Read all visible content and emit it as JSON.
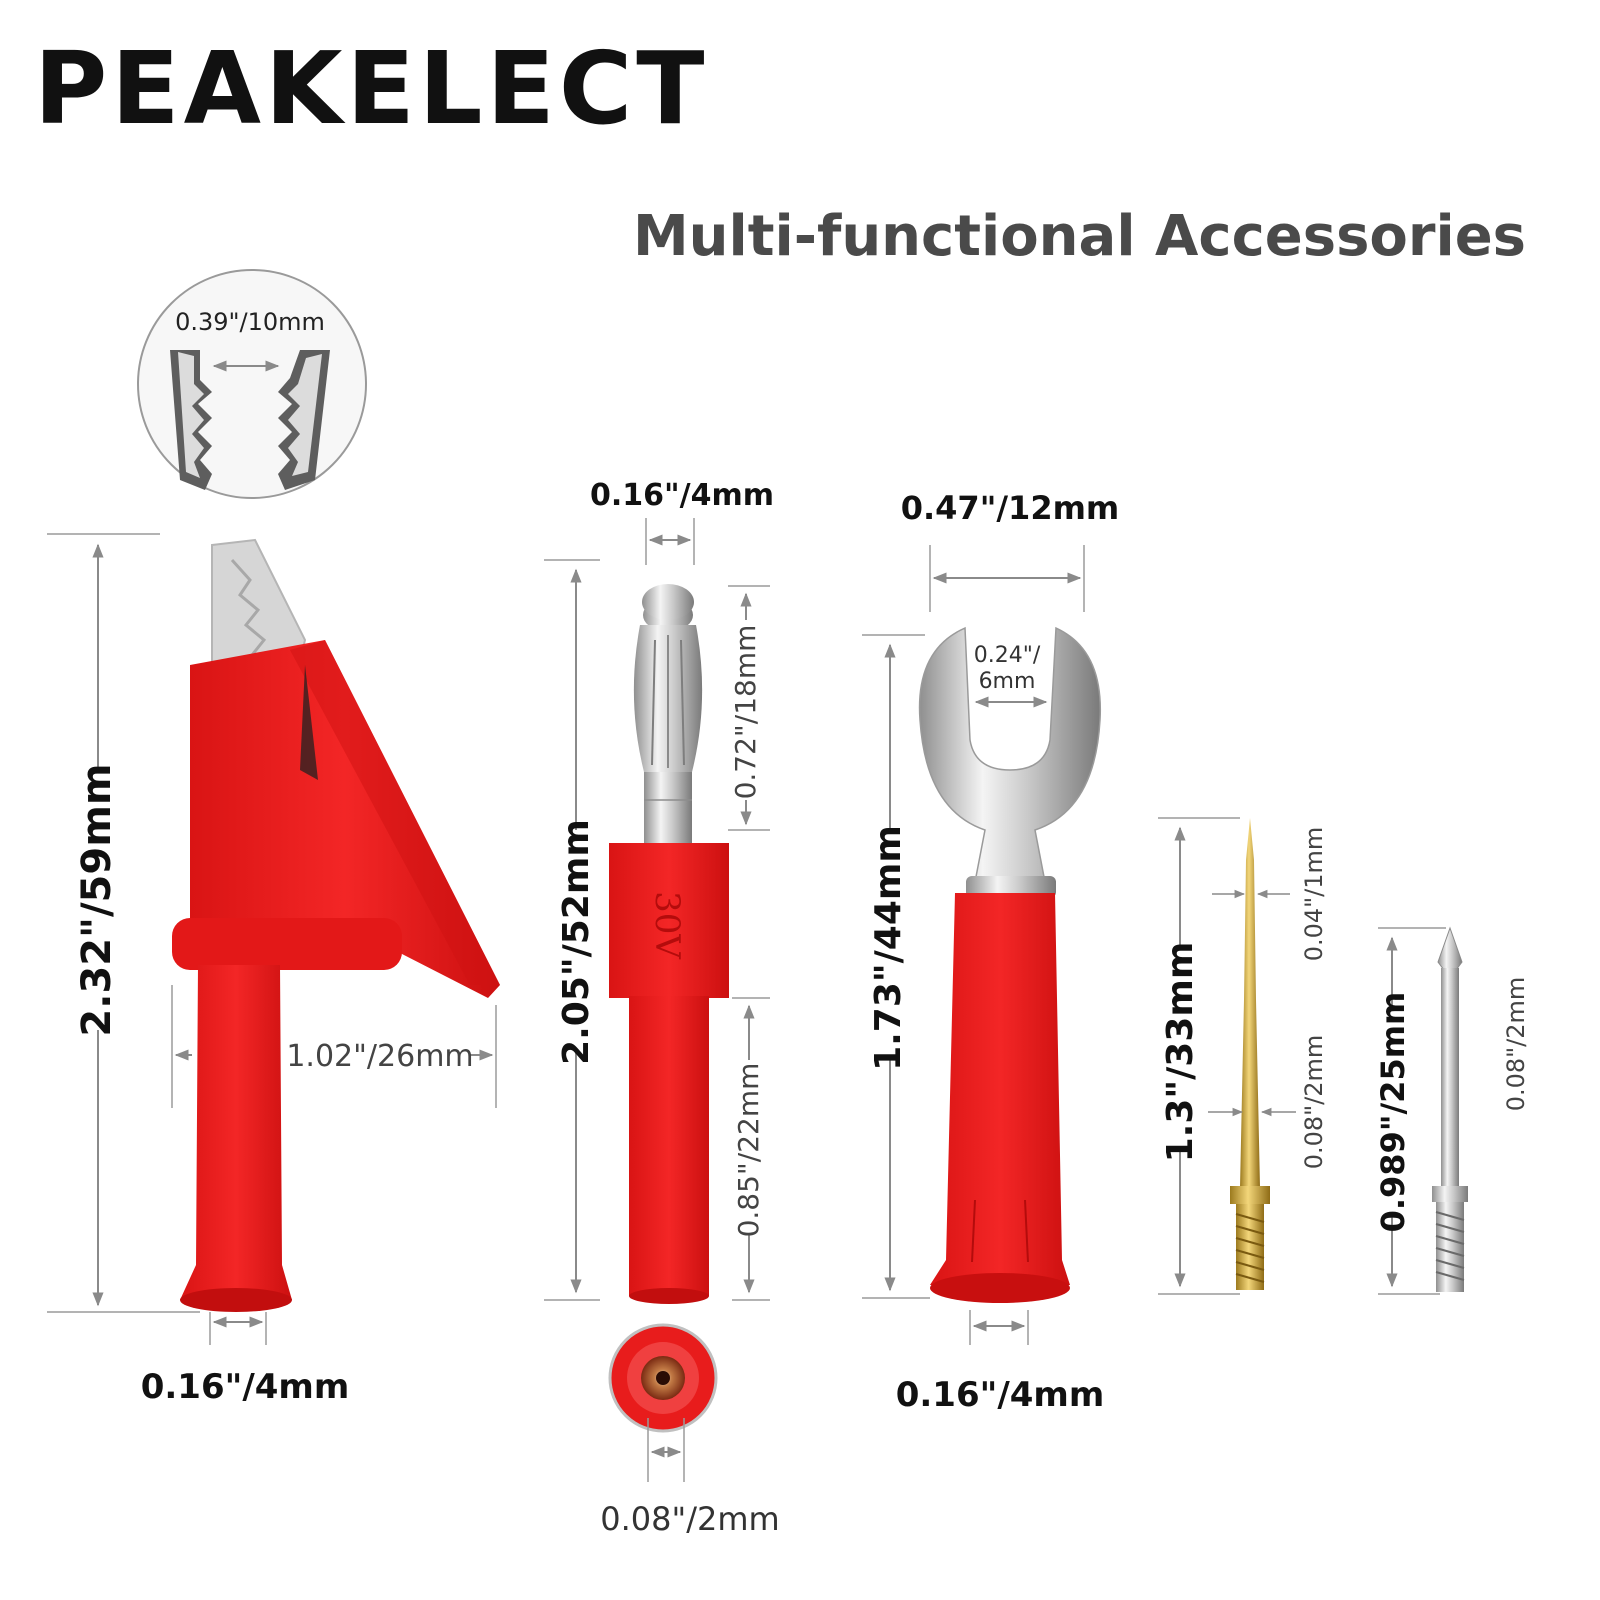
{
  "brand": {
    "logo": "PEAKELECT",
    "tagline": "Multi-functional Accessories"
  },
  "colors": {
    "red": "#ee1c1c",
    "red_dark": "#c70f0f",
    "silver": "#d8d8d8",
    "gold": "#c9a23a",
    "dim_line": "#8a8a8a",
    "text": "#111111"
  },
  "alligator_clip": {
    "jaw_gap": "0.39\"/10mm",
    "height": "2.32\"/59mm",
    "width": "1.02\"/26mm",
    "socket": "0.16\"/4mm"
  },
  "banana_plug": {
    "tip_diameter": "0.16\"/4mm",
    "tip_length": "0.72\"/18mm",
    "height": "2.05\"/52mm",
    "body_length": "0.85\"/22mm",
    "hole": "0.08\"/2mm",
    "voltage_mark": "30V"
  },
  "spade_lug": {
    "width": "0.47\"/12mm",
    "slot_line1": "0.24\"/",
    "slot_line2": "6mm",
    "height": "1.73\"/44mm",
    "socket": "0.16\"/4mm"
  },
  "gold_pin": {
    "length": "1.3\"/33mm",
    "tip": "0.04\"/1mm",
    "shaft": "0.08\"/2mm"
  },
  "silver_pin": {
    "length": "0.989\"/25mm",
    "shaft": "0.08\"/2mm"
  }
}
